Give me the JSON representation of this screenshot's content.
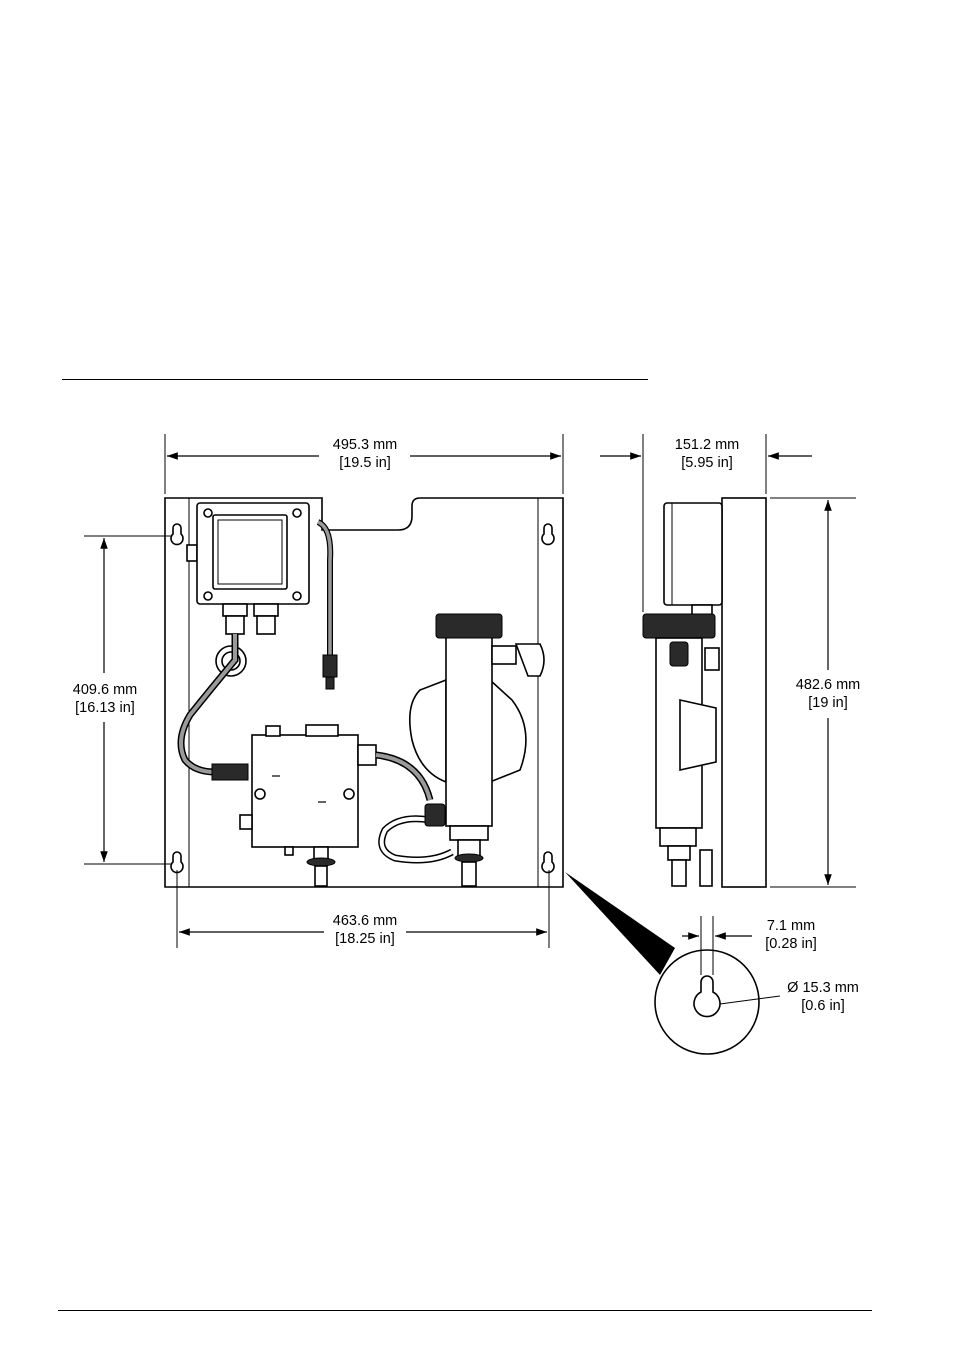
{
  "dimensions": {
    "top_width": {
      "mm": "495.3 mm",
      "in": "[19.5 in]"
    },
    "side_depth": {
      "mm": "151.2 mm",
      "in": "[5.95 in]"
    },
    "left_height": {
      "mm": "409.6 mm",
      "in": "[16.13 in]"
    },
    "right_height": {
      "mm": "482.6 mm",
      "in": "[19 in]"
    },
    "bottom_width": {
      "mm": "463.6 mm",
      "in": "[18.25 in]"
    },
    "slot_width": {
      "mm": "7.1 mm",
      "in": "[0.28 in]"
    },
    "hole_diameter": {
      "mm": "Ø 15.3 mm",
      "in": "[0.6 in]"
    }
  },
  "colors": {
    "line": "#000000",
    "background": "#ffffff",
    "fitting_dark": "#2a2a2a",
    "cable_gray": "#9a9a9a"
  }
}
